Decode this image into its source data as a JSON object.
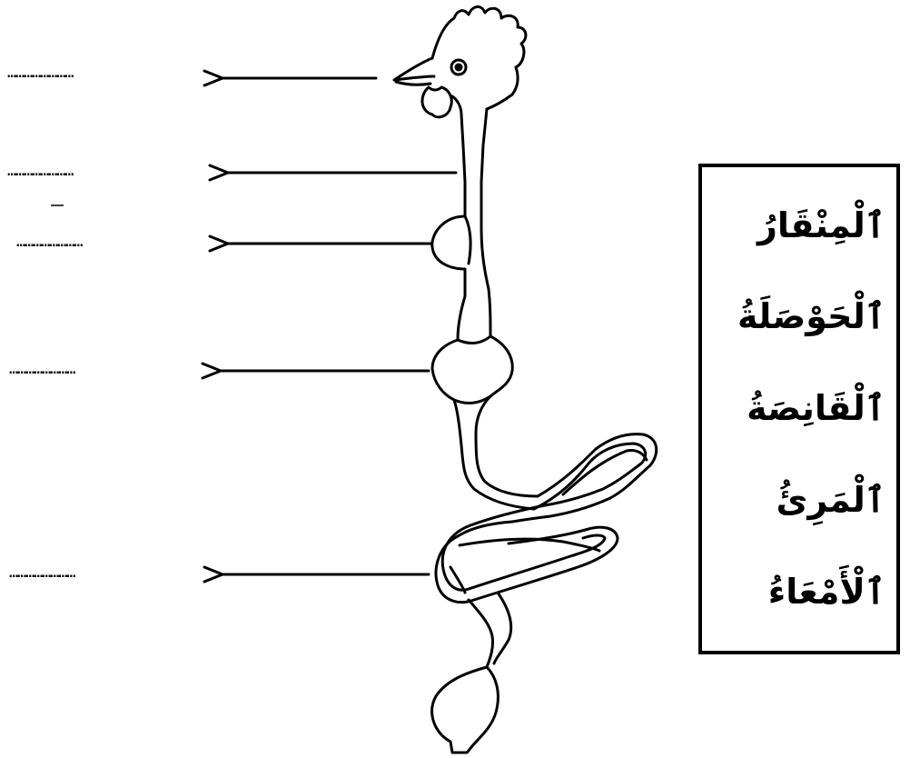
{
  "blank_line_text": "……………………",
  "word_bank": {
    "words": [
      "ٱلْمِنْقَارُ",
      "ٱلْحَوْصَلَةُ",
      "ٱلْقَانِصَةُ",
      "ٱلْمَرِئُ",
      "ٱلْأَمْعَاءُ"
    ]
  }
}
